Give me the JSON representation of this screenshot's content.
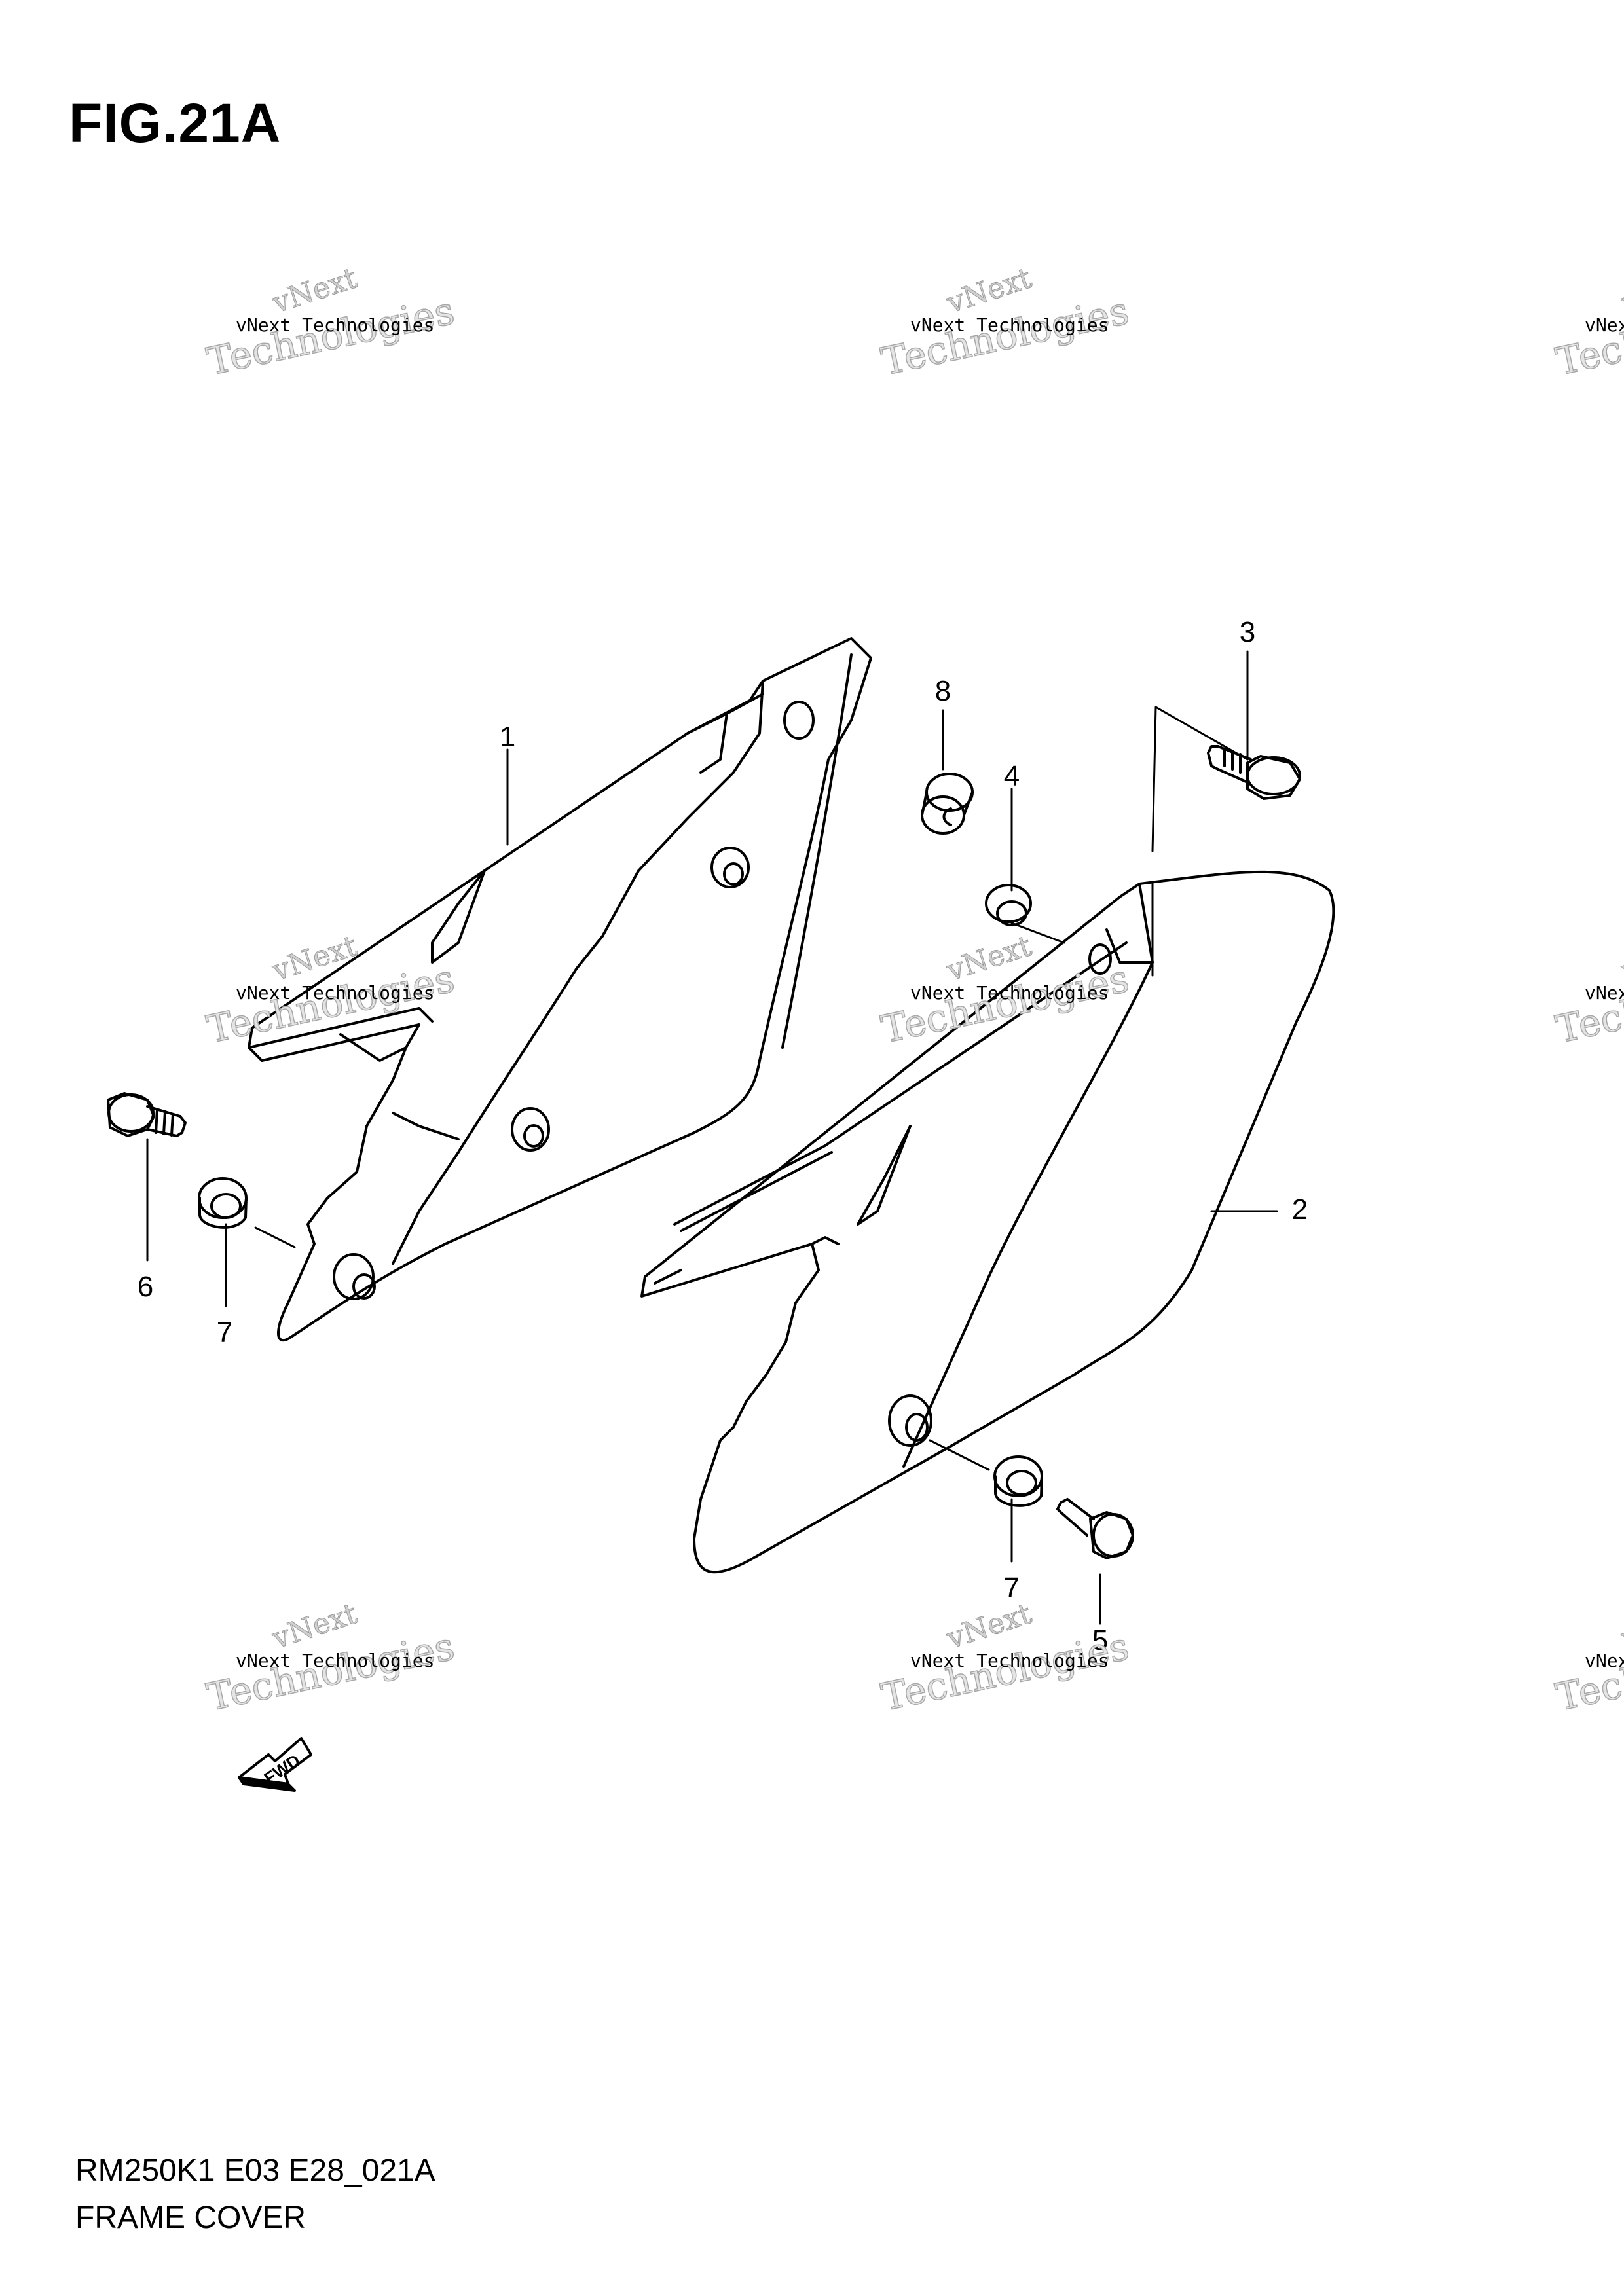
{
  "figure": {
    "title": "FIG.21A",
    "footer_code": "RM250K1 E03 E28_021A",
    "footer_name": "FRAME COVER"
  },
  "callouts": [
    {
      "id": "c1",
      "label": "1"
    },
    {
      "id": "c2",
      "label": "2"
    },
    {
      "id": "c3",
      "label": "3"
    },
    {
      "id": "c4",
      "label": "4"
    },
    {
      "id": "c5",
      "label": "5"
    },
    {
      "id": "c6",
      "label": "6"
    },
    {
      "id": "c7a",
      "label": "7"
    },
    {
      "id": "c7b",
      "label": "7"
    },
    {
      "id": "c8",
      "label": "8"
    }
  ],
  "fwd_label": "FWD",
  "watermark": {
    "line_a": "vNext",
    "line_b": "Technologies",
    "line_c": "vNext Technologies"
  },
  "colors": {
    "line": "#000000",
    "background": "#ffffff",
    "watermark": "#a8a8a8"
  }
}
